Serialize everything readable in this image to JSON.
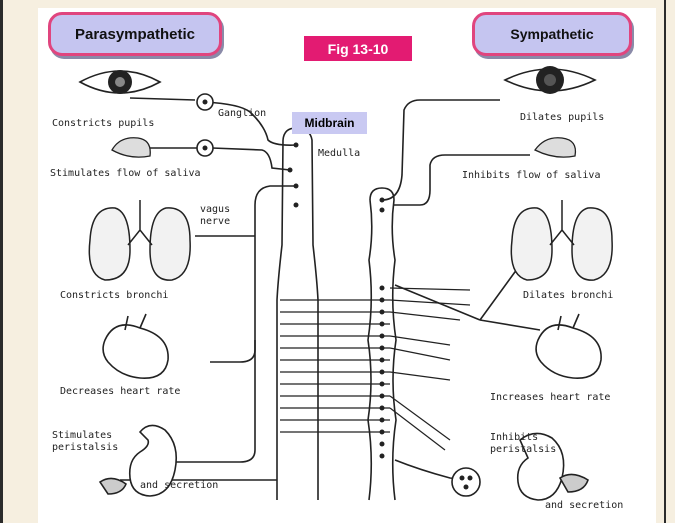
{
  "header": {
    "parasympathetic_label": "Parasympathetic",
    "sympathetic_label": "Sympathetic",
    "figure_label": "Fig 13-10",
    "midbrain_label": "Midbrain"
  },
  "colors": {
    "pill_fill": "#c5c5f0",
    "pill_border": "#e0457e",
    "figure_tag": "#e31b72",
    "background": "#f6efe0"
  },
  "diagram": {
    "ganglion": "Ganglion",
    "medulla": "Medulla",
    "vagus_line1": "vagus",
    "vagus_line2": "nerve",
    "para": {
      "pupils": "Constricts pupils",
      "saliva": "Stimulates flow of saliva",
      "bronchi": "Constricts bronchi",
      "heart": "Decreases heart rate",
      "peri1": "Stimulates",
      "peri2": "peristalsis",
      "secretion": "and secretion"
    },
    "symp": {
      "pupils": "Dilates pupils",
      "saliva": "Inhibits flow of saliva",
      "bronchi": "Dilates bronchi",
      "heart": "Increases heart rate",
      "peri1": "Inhibits",
      "peri2": "peristalsis",
      "secretion": "and secretion"
    }
  }
}
